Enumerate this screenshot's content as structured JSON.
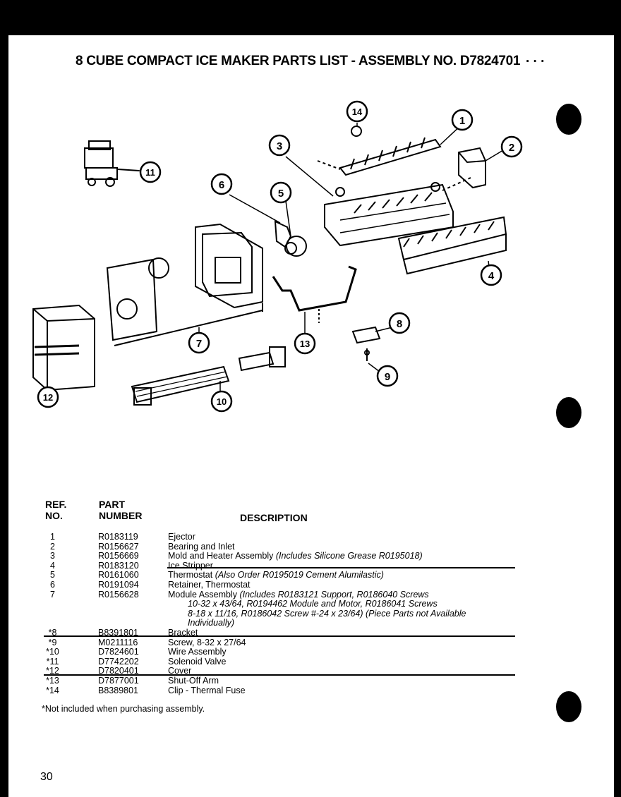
{
  "title": "8 CUBE COMPACT ICE MAKER PARTS LIST - ASSEMBLY NO. D7824701",
  "title_dots": ". . .",
  "callouts": [
    "1",
    "2",
    "3",
    "4",
    "5",
    "6",
    "7",
    "8",
    "9",
    "10",
    "11",
    "12",
    "13",
    "14"
  ],
  "table": {
    "ref_header": [
      "REF.",
      "NO."
    ],
    "part_header": [
      "PART",
      "NUMBER"
    ],
    "desc_header": "DESCRIPTION",
    "rows": [
      {
        "ref": "1",
        "part": "R0183119",
        "desc": "Ejector",
        "note": ""
      },
      {
        "ref": "2",
        "part": "R0156627",
        "desc": "Bearing and Inlet",
        "note": ""
      },
      {
        "ref": "3",
        "part": "R0156669",
        "desc": "Mold and Heater Assembly",
        "note": "(Includes Silicone Grease R0195018)"
      },
      {
        "ref": "4",
        "part": "R0183120",
        "desc": "Ice Stripper",
        "note": ""
      },
      {
        "ref": "5",
        "part": "R0161060",
        "desc": "Thermostat",
        "note": "(Also Order R0195019 Cement Alumilastic)"
      },
      {
        "ref": "6",
        "part": "R0191094",
        "desc": "Retainer, Thermostat",
        "note": ""
      },
      {
        "ref": "7",
        "part": "R0156628",
        "desc": "Module Assembly",
        "note": "(Includes R0183121 Support, R0186040 Screws"
      },
      {
        "ref": "*8",
        "part": "B8391801",
        "desc": "Bracket",
        "note": ""
      },
      {
        "ref": "*9",
        "part": "M0211116",
        "desc": "Screw, 8-32 x 27/64",
        "note": ""
      },
      {
        "ref": "*10",
        "part": "D7824601",
        "desc": "Wire Assembly",
        "note": ""
      },
      {
        "ref": "*11",
        "part": "D7742202",
        "desc": "Solenoid Valve",
        "note": ""
      },
      {
        "ref": "*12",
        "part": "D7820401",
        "desc": "Cover",
        "note": ""
      },
      {
        "ref": "*13",
        "part": "D7877001",
        "desc": "Shut-Off Arm",
        "note": ""
      },
      {
        "ref": "*14",
        "part": "B8389801",
        "desc": "Clip - Thermal Fuse",
        "note": ""
      }
    ],
    "module_continuation": [
      "10-32 x 43/64, R0194462 Module and Motor, R0186041 Screws",
      "8-18 x 11/16, R0186042 Screw #-24 x 23/64) (Piece Parts not Available",
      "Individually)"
    ]
  },
  "footnote": "*Not included when purchasing assembly.",
  "page_number": "30"
}
